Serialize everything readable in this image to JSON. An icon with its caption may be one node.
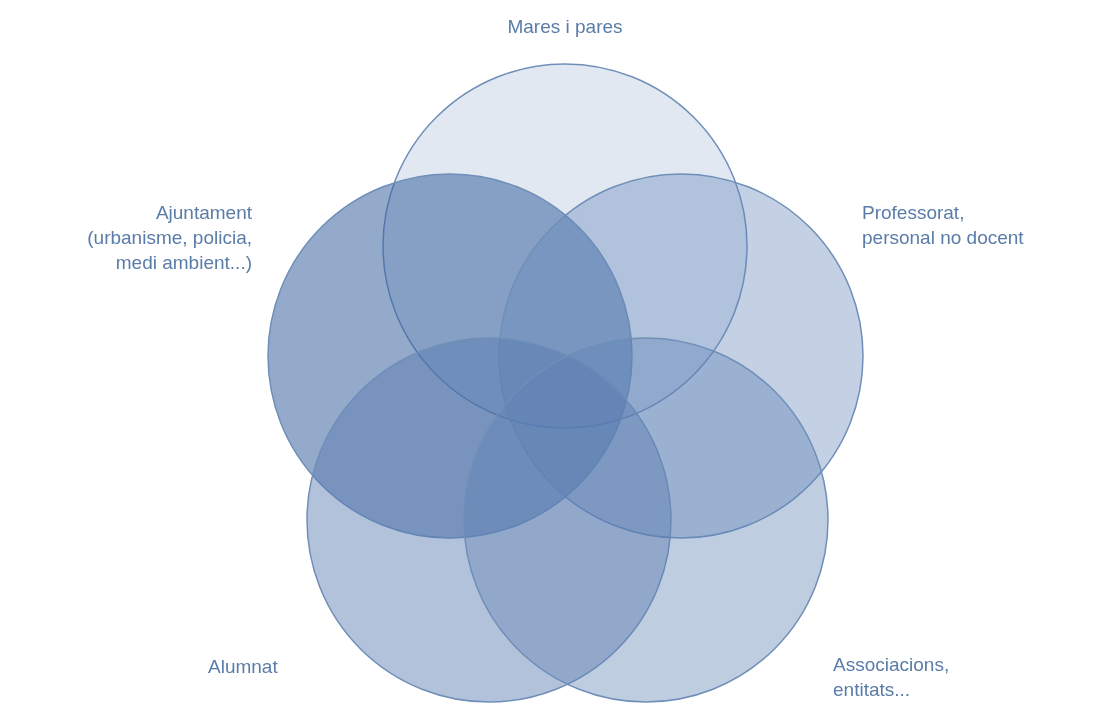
{
  "diagram": {
    "nodes": [
      {
        "text": [],
        "shape": "circle",
        "beside": [
          "Mares i pares"
        ]
      },
      {
        "text": [],
        "shape": "circle",
        "beside": [
          "Ajuntament (urbanisme, policia, medi ambient...)"
        ]
      },
      {
        "text": [],
        "shape": "circle",
        "beside": [
          "Professorat, personal no docent"
        ]
      },
      {
        "text": [],
        "shape": "circle",
        "beside": [
          "Alumnat"
        ]
      },
      {
        "text": [],
        "shape": "circle",
        "beside": [
          "Associacions, entitats..."
        ]
      }
    ]
  }
}
